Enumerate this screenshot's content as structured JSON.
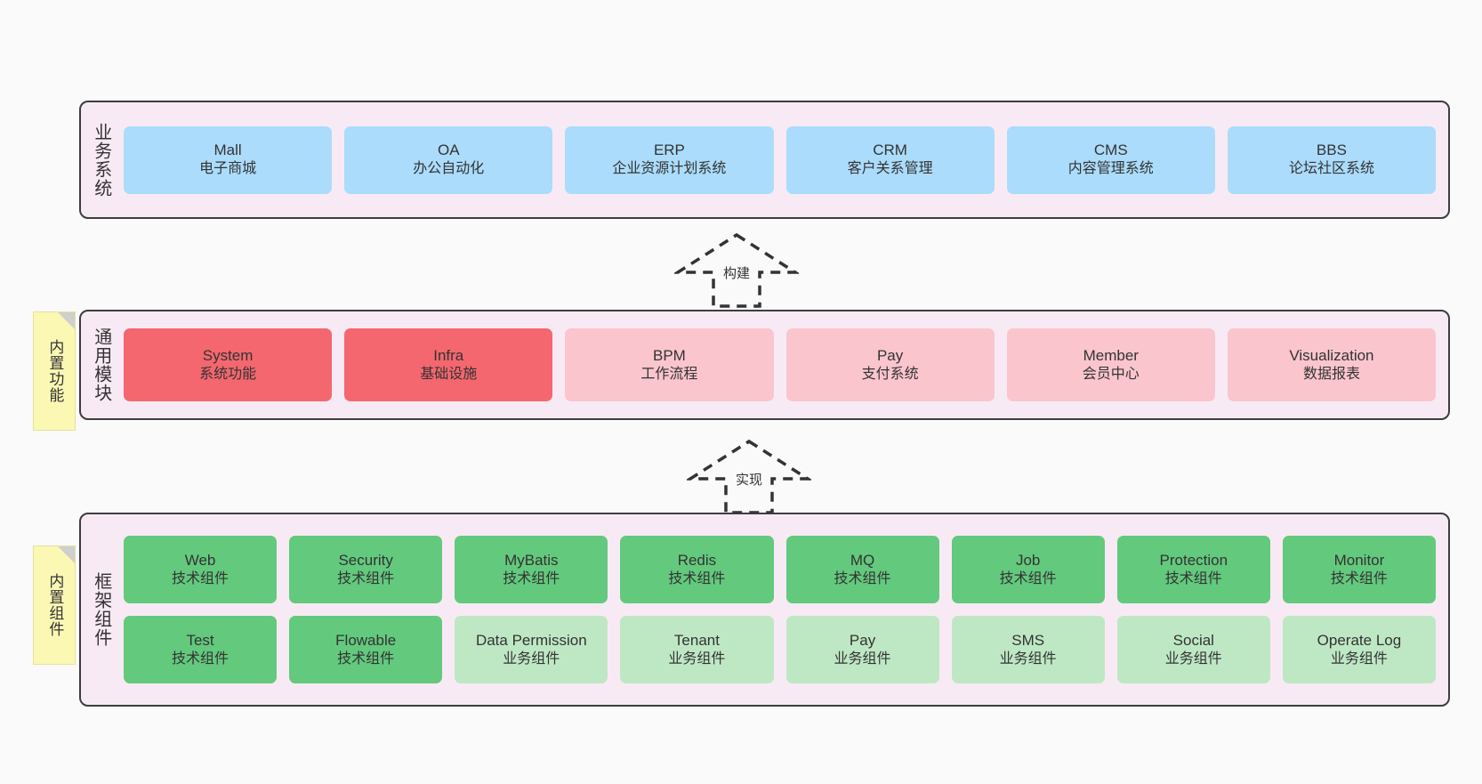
{
  "diagram": {
    "title_hidden": "",
    "colors": {
      "background": "#fafafa",
      "panel_bg": "#f8eaf4",
      "panel_border": "#3d3d3d",
      "business_card": "#abdcfb",
      "module_core": "#f4676f",
      "module_normal": "#fac5cd",
      "tech_component": "#63c97d",
      "biz_component": "#bee8c4",
      "note_bg": "#fbf8b4",
      "note_fold": "#cfcfcf"
    }
  },
  "layers": {
    "business": {
      "title": "业务系统",
      "items": [
        {
          "en": "Mall",
          "cn": "电子商城"
        },
        {
          "en": "OA",
          "cn": "办公自动化"
        },
        {
          "en": "ERP",
          "cn": "企业资源计划系统"
        },
        {
          "en": "CRM",
          "cn": "客户关系管理"
        },
        {
          "en": "CMS",
          "cn": "内容管理系统"
        },
        {
          "en": "BBS",
          "cn": "论坛社区系统"
        }
      ]
    },
    "modules": {
      "title": "通用模块",
      "note": "内置功能",
      "items": [
        {
          "en": "System",
          "cn": "系统功能",
          "variant": "red"
        },
        {
          "en": "Infra",
          "cn": "基础设施",
          "variant": "red"
        },
        {
          "en": "BPM",
          "cn": "工作流程",
          "variant": "pink"
        },
        {
          "en": "Pay",
          "cn": "支付系统",
          "variant": "pink"
        },
        {
          "en": "Member",
          "cn": "会员中心",
          "variant": "pink"
        },
        {
          "en": "Visualization",
          "cn": "数据报表",
          "variant": "pink"
        }
      ]
    },
    "framework": {
      "title": "框架组件",
      "note": "内置组件",
      "row1": [
        {
          "en": "Web",
          "cn": "技术组件"
        },
        {
          "en": "Security",
          "cn": "技术组件"
        },
        {
          "en": "MyBatis",
          "cn": "技术组件"
        },
        {
          "en": "Redis",
          "cn": "技术组件"
        },
        {
          "en": "MQ",
          "cn": "技术组件"
        },
        {
          "en": "Job",
          "cn": "技术组件"
        },
        {
          "en": "Protection",
          "cn": "技术组件"
        },
        {
          "en": "Monitor",
          "cn": "技术组件"
        }
      ],
      "row2": [
        {
          "en": "Test",
          "cn": "技术组件",
          "variant": "green"
        },
        {
          "en": "Flowable",
          "cn": "技术组件",
          "variant": "green"
        },
        {
          "en": "Data Permission",
          "cn": "业务组件",
          "variant": "lightgreen"
        },
        {
          "en": "Tenant",
          "cn": "业务组件",
          "variant": "lightgreen"
        },
        {
          "en": "Pay",
          "cn": "业务组件",
          "variant": "lightgreen"
        },
        {
          "en": "SMS",
          "cn": "业务组件",
          "variant": "lightgreen"
        },
        {
          "en": "Social",
          "cn": "业务组件",
          "variant": "lightgreen"
        },
        {
          "en": "Operate Log",
          "cn": "业务组件",
          "variant": "lightgreen"
        }
      ]
    }
  },
  "connectors": [
    {
      "id": "build",
      "label": "构建"
    },
    {
      "id": "implement",
      "label": "实现"
    }
  ]
}
